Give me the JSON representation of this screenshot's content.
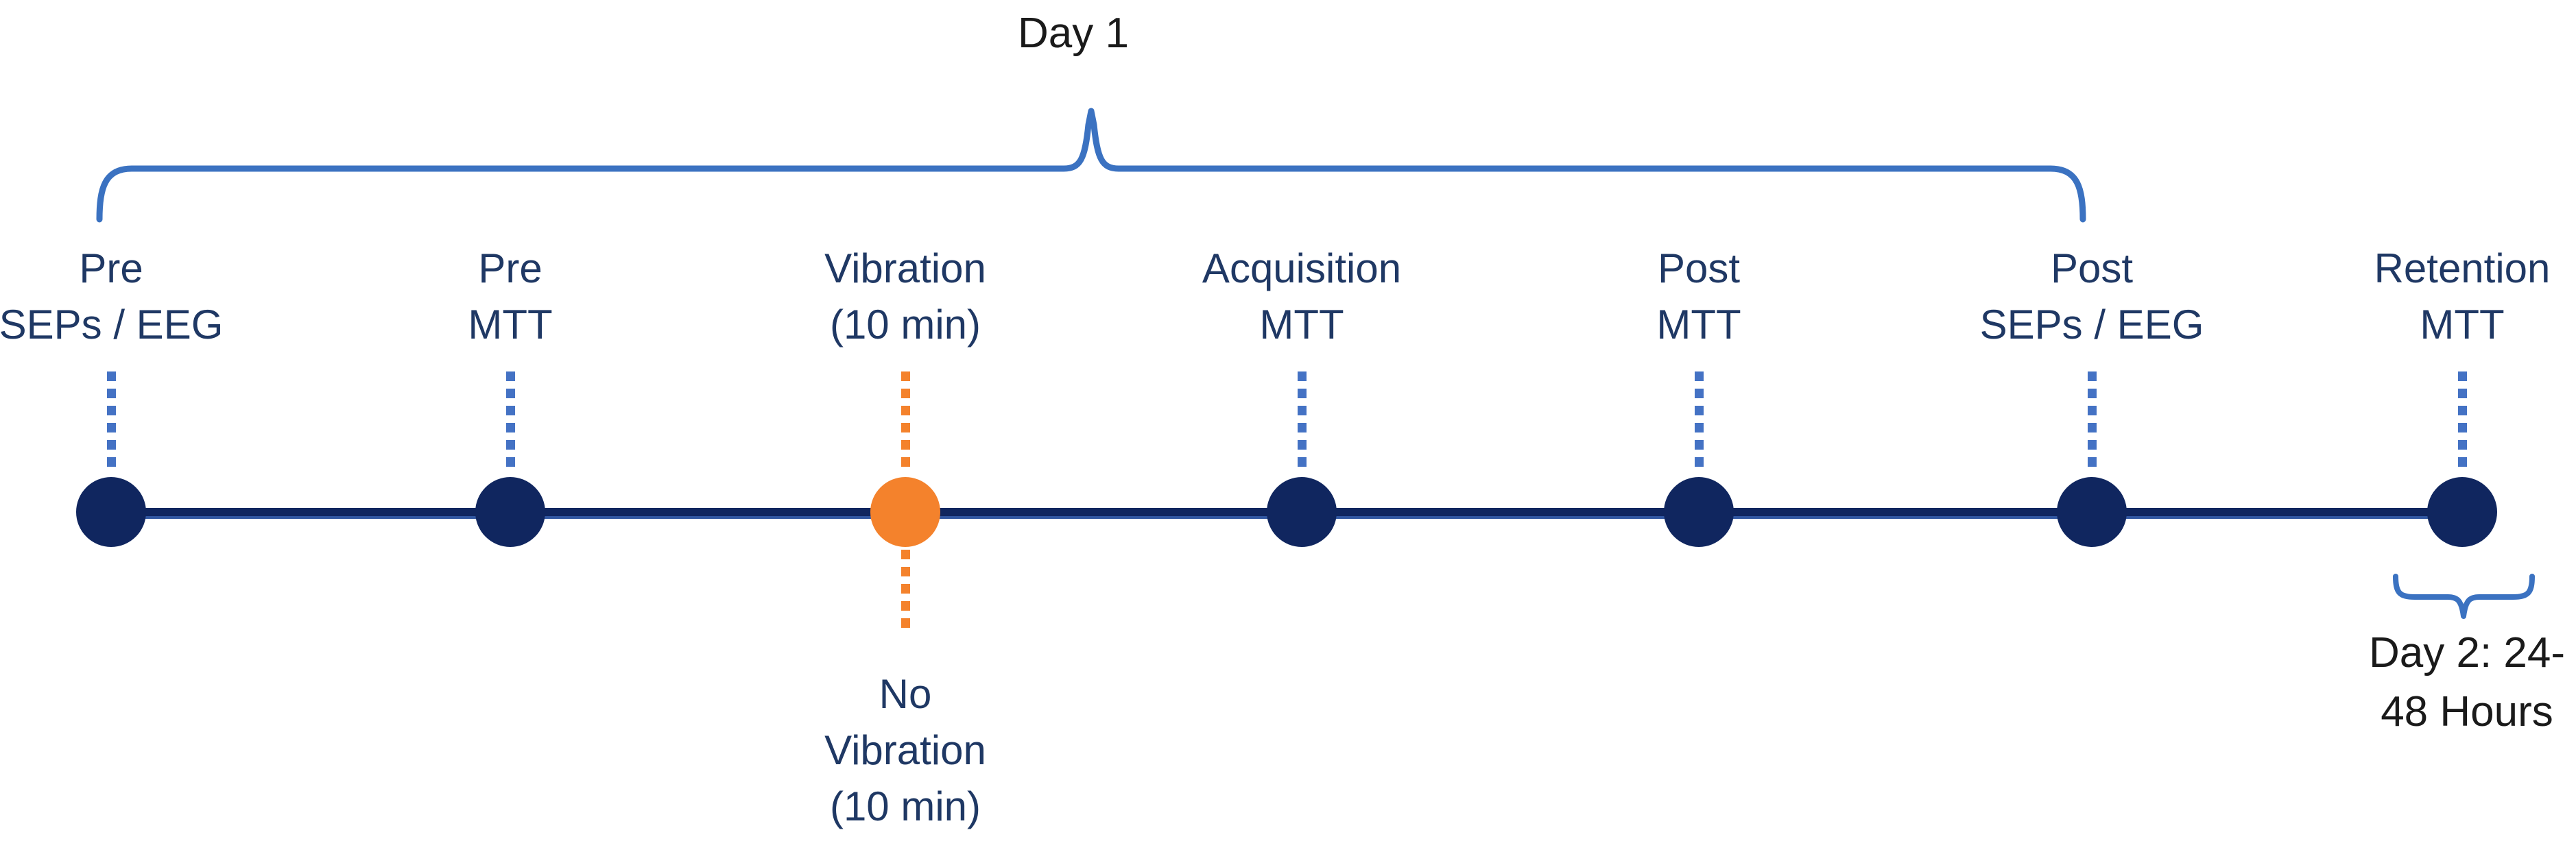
{
  "figure": {
    "day1_label": "Day 1",
    "day2_label_line1": "Day 2: 24-",
    "day2_label_line2": "48 Hours"
  },
  "timeline": {
    "nodes": [
      {
        "line1": "Pre",
        "line2": "SEPs / EEG",
        "dot": "navy"
      },
      {
        "line1": "Pre",
        "line2": "MTT",
        "dot": "navy"
      },
      {
        "line1": "Vibration",
        "line2": "(10 min)",
        "dot": "orange",
        "below_line1": "No",
        "below_line2": "Vibration",
        "below_line3": "(10 min)"
      },
      {
        "line1": "Acquisition",
        "line2": "MTT",
        "dot": "navy"
      },
      {
        "line1": "Post",
        "line2": "MTT",
        "dot": "navy"
      },
      {
        "line1": "Post",
        "line2": "SEPs / EEG",
        "dot": "navy"
      },
      {
        "line1": "Retention",
        "line2": "MTT",
        "dot": "navy"
      }
    ]
  },
  "colors": {
    "navy": "#10265F",
    "label_text": "#1F3864",
    "connector_blue": "#4472C4",
    "brace_blue": "#3B72C1",
    "orange": "#F4822C",
    "black_text": "#1A1A1A",
    "background": "#FFFFFF"
  }
}
